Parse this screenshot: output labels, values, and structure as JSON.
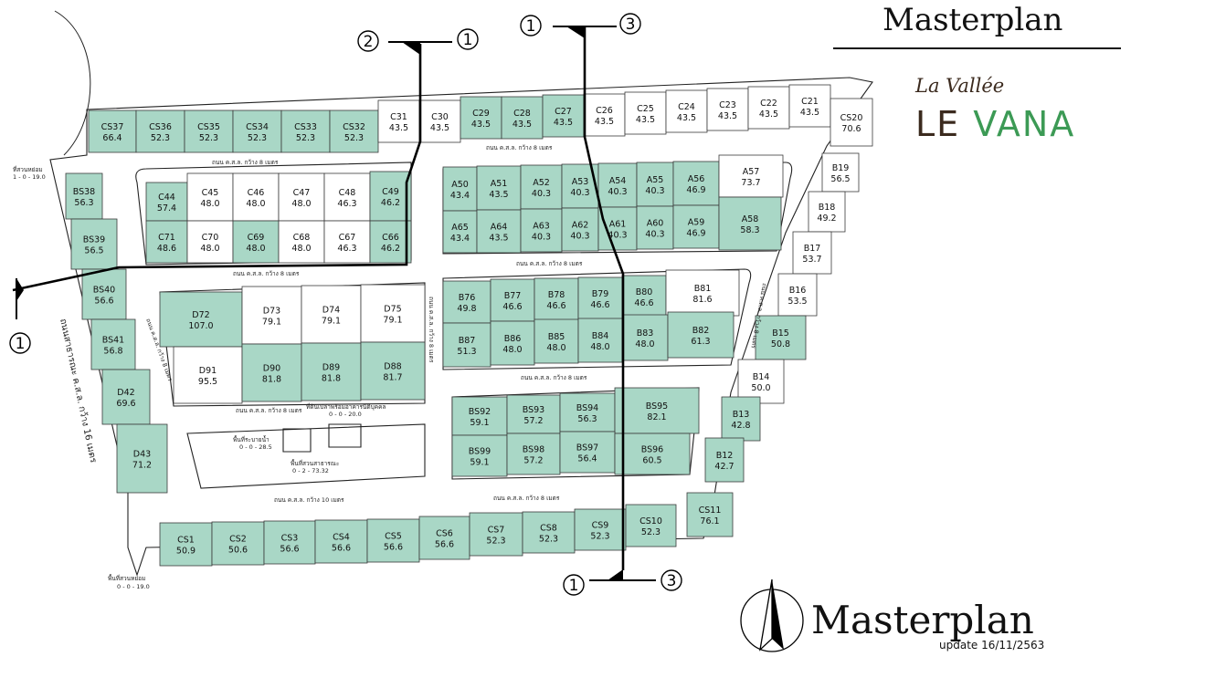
{
  "header": {
    "title": "Masterplan"
  },
  "brand": {
    "top": "La Vallée",
    "le": "LE",
    "vana": "VANA"
  },
  "footer": {
    "title": "Masterplan",
    "update": "update  16/11/2563"
  },
  "colors": {
    "available": "#a9d7c6",
    "sold": "#ffffff",
    "outline": "#3a3a3a"
  },
  "section_markers": [
    "1",
    "2",
    "3"
  ],
  "roads": [
    "ถนน ค.ส.ล. กว้าง 8 เมตร",
    "ถนน ค.ส.ล. กว้าง 10 เมตร",
    "ถนนสาธารณะ ค.ส.ล. กว้าง 16 เมตร"
  ],
  "areas": [
    "ที่สวนหย่อม",
    "1 - 0 - 19.0",
    "ที่ดินเปล่าพร้อมอาคารนิติบุคคล",
    "0 - 0 - 20.0",
    "พื้นที่ระบายน้ำ",
    "0 - 0 - 28.5",
    "พื้นที่สวนสาธารณะ",
    "0 - 2 - 73.32",
    "พื้นที่สวนหย่อม",
    "0 - 0 - 19.0"
  ],
  "plots": [
    {
      "id": "CS37",
      "area": "66.4",
      "s": "a"
    },
    {
      "id": "CS36",
      "area": "52.3",
      "s": "a"
    },
    {
      "id": "CS35",
      "area": "52.3",
      "s": "a"
    },
    {
      "id": "CS34",
      "area": "52.3",
      "s": "a"
    },
    {
      "id": "CS33",
      "area": "52.3",
      "s": "a"
    },
    {
      "id": "CS32",
      "area": "52.3",
      "s": "a"
    },
    {
      "id": "C31",
      "area": "43.5",
      "s": "s"
    },
    {
      "id": "C30",
      "area": "43.5",
      "s": "s"
    },
    {
      "id": "C29",
      "area": "43.5",
      "s": "a"
    },
    {
      "id": "C28",
      "area": "43.5",
      "s": "a"
    },
    {
      "id": "C27",
      "area": "43.5",
      "s": "a"
    },
    {
      "id": "C26",
      "area": "43.5",
      "s": "s"
    },
    {
      "id": "C25",
      "area": "43.5",
      "s": "s"
    },
    {
      "id": "C24",
      "area": "43.5",
      "s": "s"
    },
    {
      "id": "C23",
      "area": "43.5",
      "s": "s"
    },
    {
      "id": "C22",
      "area": "43.5",
      "s": "s"
    },
    {
      "id": "C21",
      "area": "43.5",
      "s": "s"
    },
    {
      "id": "CS20",
      "area": "70.6",
      "s": "s"
    },
    {
      "id": "C44",
      "area": "57.4",
      "s": "a"
    },
    {
      "id": "C45",
      "area": "48.0",
      "s": "s"
    },
    {
      "id": "C46",
      "area": "48.0",
      "s": "s"
    },
    {
      "id": "C47",
      "area": "48.0",
      "s": "s"
    },
    {
      "id": "C48",
      "area": "46.3",
      "s": "s"
    },
    {
      "id": "C49",
      "area": "46.2",
      "s": "a"
    },
    {
      "id": "C71",
      "area": "48.6",
      "s": "a"
    },
    {
      "id": "C70",
      "area": "48.0",
      "s": "s"
    },
    {
      "id": "C69",
      "area": "48.0",
      "s": "a"
    },
    {
      "id": "C68",
      "area": "48.0",
      "s": "s"
    },
    {
      "id": "C67",
      "area": "46.3",
      "s": "s"
    },
    {
      "id": "C66",
      "area": "46.2",
      "s": "a"
    },
    {
      "id": "A50",
      "area": "43.4",
      "s": "a"
    },
    {
      "id": "A51",
      "area": "43.5",
      "s": "a"
    },
    {
      "id": "A52",
      "area": "40.3",
      "s": "a"
    },
    {
      "id": "A53",
      "area": "40.3",
      "s": "a"
    },
    {
      "id": "A54",
      "area": "40.3",
      "s": "a"
    },
    {
      "id": "A55",
      "area": "40.3",
      "s": "a"
    },
    {
      "id": "A56",
      "area": "46.9",
      "s": "a"
    },
    {
      "id": "A57",
      "area": "73.7",
      "s": "s"
    },
    {
      "id": "A65",
      "area": "43.4",
      "s": "a"
    },
    {
      "id": "A64",
      "area": "43.5",
      "s": "a"
    },
    {
      "id": "A63",
      "area": "40.3",
      "s": "a"
    },
    {
      "id": "A62",
      "area": "40.3",
      "s": "a"
    },
    {
      "id": "A61",
      "area": "40.3",
      "s": "a"
    },
    {
      "id": "A60",
      "area": "40.3",
      "s": "a"
    },
    {
      "id": "A59",
      "area": "46.9",
      "s": "a"
    },
    {
      "id": "A58",
      "area": "58.3",
      "s": "a"
    },
    {
      "id": "D72",
      "area": "107.0",
      "s": "a"
    },
    {
      "id": "D73",
      "area": "79.1",
      "s": "s"
    },
    {
      "id": "D74",
      "area": "79.1",
      "s": "s"
    },
    {
      "id": "D75",
      "area": "79.1",
      "s": "s"
    },
    {
      "id": "D91",
      "area": "95.5",
      "s": "s"
    },
    {
      "id": "D90",
      "area": "81.8",
      "s": "a"
    },
    {
      "id": "D89",
      "area": "81.8",
      "s": "a"
    },
    {
      "id": "D88",
      "area": "81.7",
      "s": "a"
    },
    {
      "id": "B76",
      "area": "49.8",
      "s": "a"
    },
    {
      "id": "B77",
      "area": "46.6",
      "s": "a"
    },
    {
      "id": "B78",
      "area": "46.6",
      "s": "a"
    },
    {
      "id": "B79",
      "area": "46.6",
      "s": "a"
    },
    {
      "id": "B80",
      "area": "46.6",
      "s": "a"
    },
    {
      "id": "B81",
      "area": "81.6",
      "s": "s"
    },
    {
      "id": "B87",
      "area": "51.3",
      "s": "a"
    },
    {
      "id": "B86",
      "area": "48.0",
      "s": "a"
    },
    {
      "id": "B85",
      "area": "48.0",
      "s": "a"
    },
    {
      "id": "B84",
      "area": "48.0",
      "s": "a"
    },
    {
      "id": "B83",
      "area": "48.0",
      "s": "a"
    },
    {
      "id": "B82",
      "area": "61.3",
      "s": "a"
    },
    {
      "id": "BS92",
      "area": "59.1",
      "s": "a"
    },
    {
      "id": "BS93",
      "area": "57.2",
      "s": "a"
    },
    {
      "id": "BS94",
      "area": "56.3",
      "s": "a"
    },
    {
      "id": "BS95",
      "area": "82.1",
      "s": "a"
    },
    {
      "id": "BS99",
      "area": "59.1",
      "s": "a"
    },
    {
      "id": "BS98",
      "area": "57.2",
      "s": "a"
    },
    {
      "id": "BS97",
      "area": "56.4",
      "s": "a"
    },
    {
      "id": "BS96",
      "area": "60.5",
      "s": "a"
    },
    {
      "id": "BS38",
      "area": "56.3",
      "s": "a"
    },
    {
      "id": "BS39",
      "area": "56.5",
      "s": "a"
    },
    {
      "id": "BS40",
      "area": "56.6",
      "s": "a"
    },
    {
      "id": "BS41",
      "area": "56.8",
      "s": "a"
    },
    {
      "id": "D42",
      "area": "69.6",
      "s": "a"
    },
    {
      "id": "D43",
      "area": "71.2",
      "s": "a"
    },
    {
      "id": "B19",
      "area": "56.5",
      "s": "s"
    },
    {
      "id": "B18",
      "area": "49.2",
      "s": "s"
    },
    {
      "id": "B17",
      "area": "53.7",
      "s": "s"
    },
    {
      "id": "B16",
      "area": "53.5",
      "s": "s"
    },
    {
      "id": "B15",
      "area": "50.8",
      "s": "a"
    },
    {
      "id": "B14",
      "area": "50.0",
      "s": "s"
    },
    {
      "id": "B13",
      "area": "42.8",
      "s": "a"
    },
    {
      "id": "B12",
      "area": "42.7",
      "s": "a"
    },
    {
      "id": "CS11",
      "area": "76.1",
      "s": "a"
    },
    {
      "id": "CS1",
      "area": "50.9",
      "s": "a"
    },
    {
      "id": "CS2",
      "area": "50.6",
      "s": "a"
    },
    {
      "id": "CS3",
      "area": "56.6",
      "s": "a"
    },
    {
      "id": "CS4",
      "area": "56.6",
      "s": "a"
    },
    {
      "id": "CS5",
      "area": "56.6",
      "s": "a"
    },
    {
      "id": "CS6",
      "area": "56.6",
      "s": "a"
    },
    {
      "id": "CS7",
      "area": "52.3",
      "s": "a"
    },
    {
      "id": "CS8",
      "area": "52.3",
      "s": "a"
    },
    {
      "id": "CS9",
      "area": "52.3",
      "s": "a"
    },
    {
      "id": "CS10",
      "area": "52.3",
      "s": "a"
    }
  ]
}
